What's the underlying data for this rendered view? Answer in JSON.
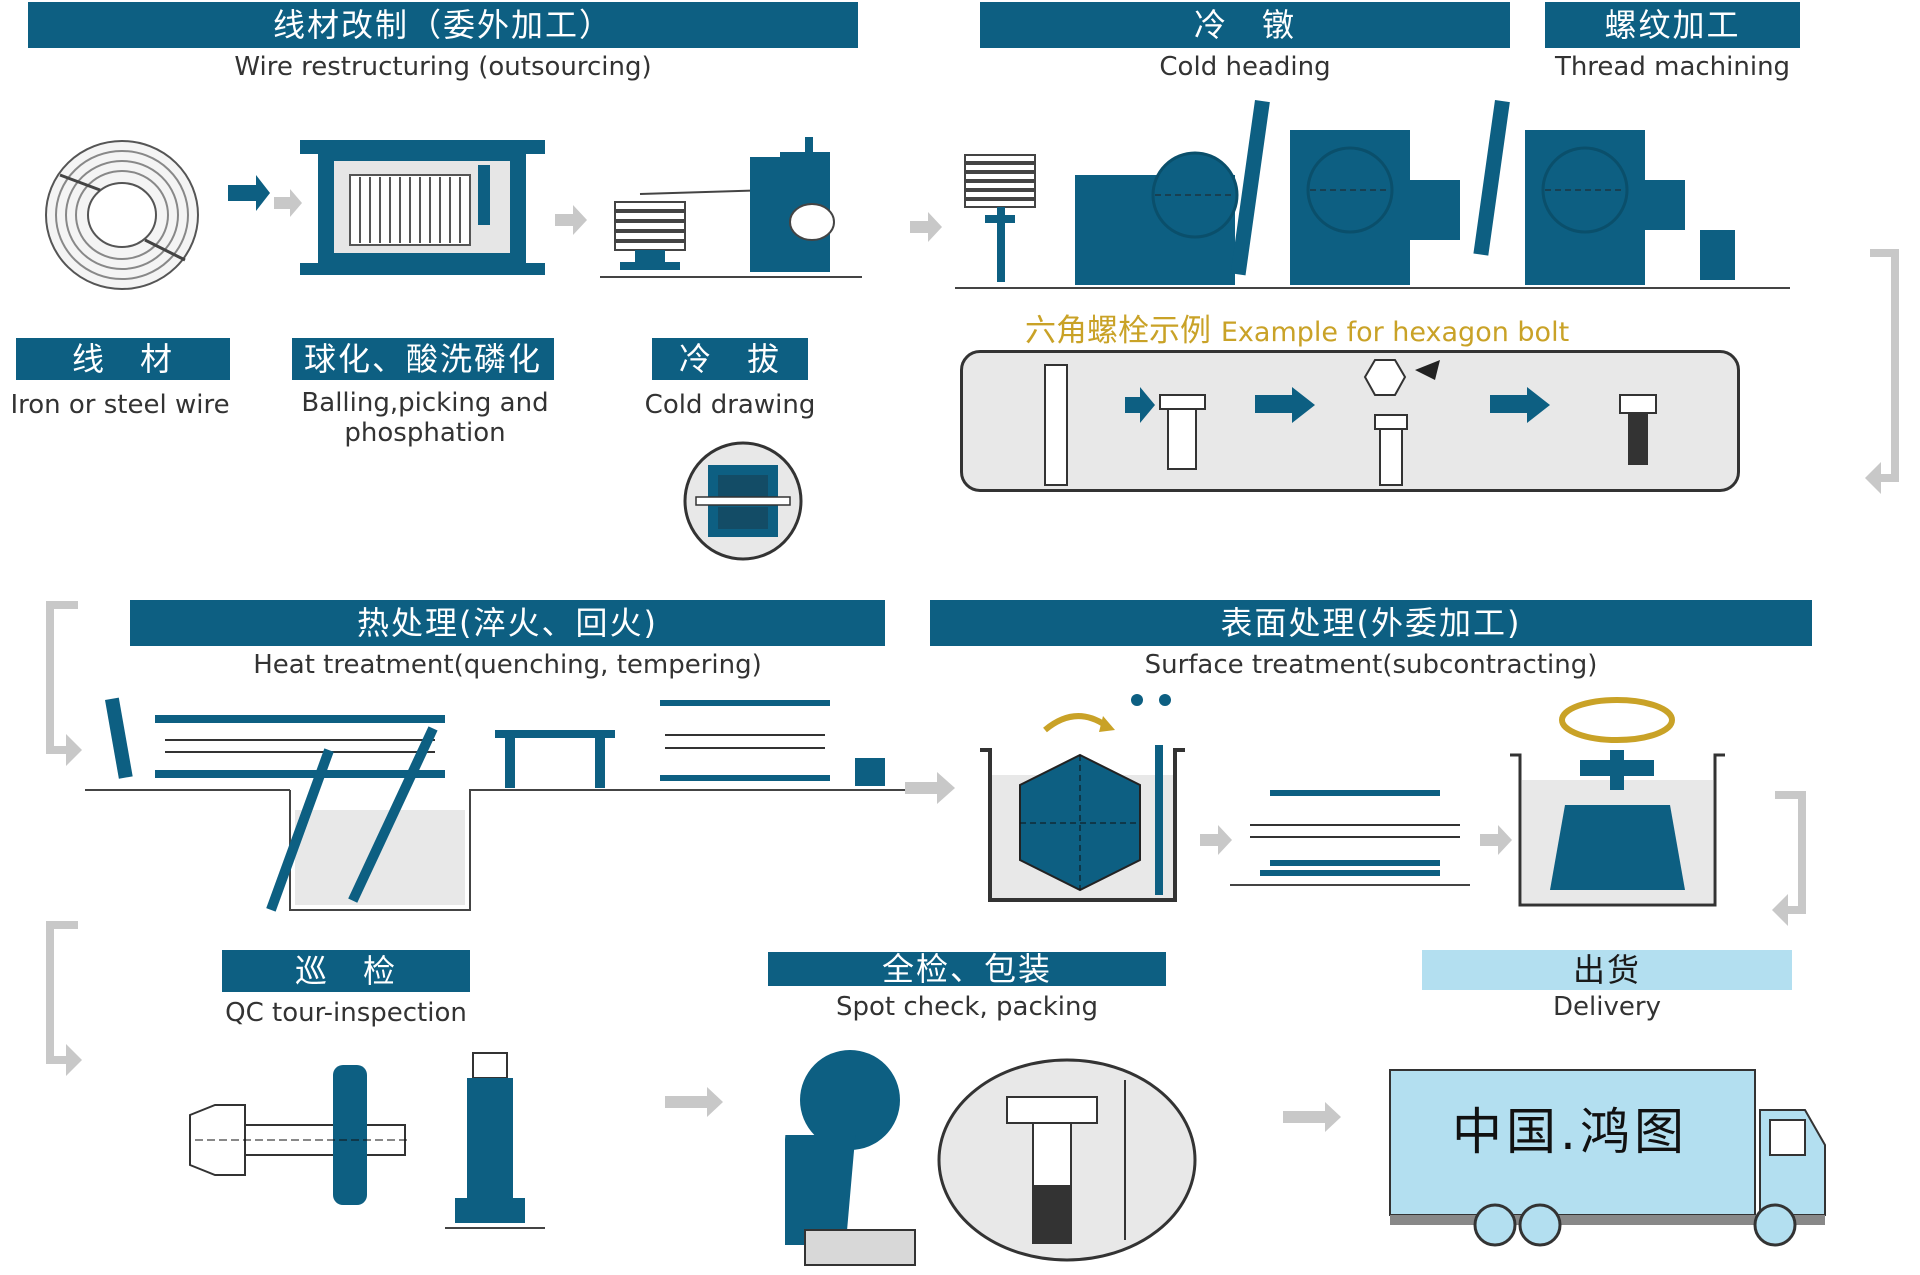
{
  "colors": {
    "blue": "#0d5f82",
    "light_blue": "#b3dff0",
    "gray": "#c8c8c8",
    "gold": "#c9a227",
    "panel": "#e8e8e8"
  },
  "steps": {
    "wire_restructuring": {
      "cn": "线材改制（委外加工）",
      "en": "Wire restructuring (outsourcing)"
    },
    "cold_heading": {
      "cn": "冷　镦",
      "en": "Cold heading"
    },
    "thread_machining": {
      "cn": "螺纹加工",
      "en": "Thread machining"
    },
    "wire": {
      "cn": "线　材",
      "en": "Iron or steel wire"
    },
    "balling": {
      "cn": "球化、酸洗磷化",
      "en_line1": "Balling,picking and",
      "en_line2": "phosphation"
    },
    "cold_drawing": {
      "cn": "冷　拔",
      "en": "Cold drawing"
    },
    "heat_treatment": {
      "cn": "热处理(淬火、回火)",
      "en": "Heat treatment(quenching, tempering)"
    },
    "surface_treatment": {
      "cn": "表面处理(外委加工)",
      "en": "Surface treatment(subcontracting)"
    },
    "qc": {
      "cn": "巡　检",
      "en": "QC tour-inspection"
    },
    "packing": {
      "cn": "全检、包装",
      "en": "Spot check, packing"
    },
    "delivery": {
      "cn": "出货",
      "en": "Delivery"
    }
  },
  "example": {
    "cn": "六角螺栓示例",
    "en": "Example for hexagon bolt"
  },
  "truck_text": "中国.鸿图"
}
